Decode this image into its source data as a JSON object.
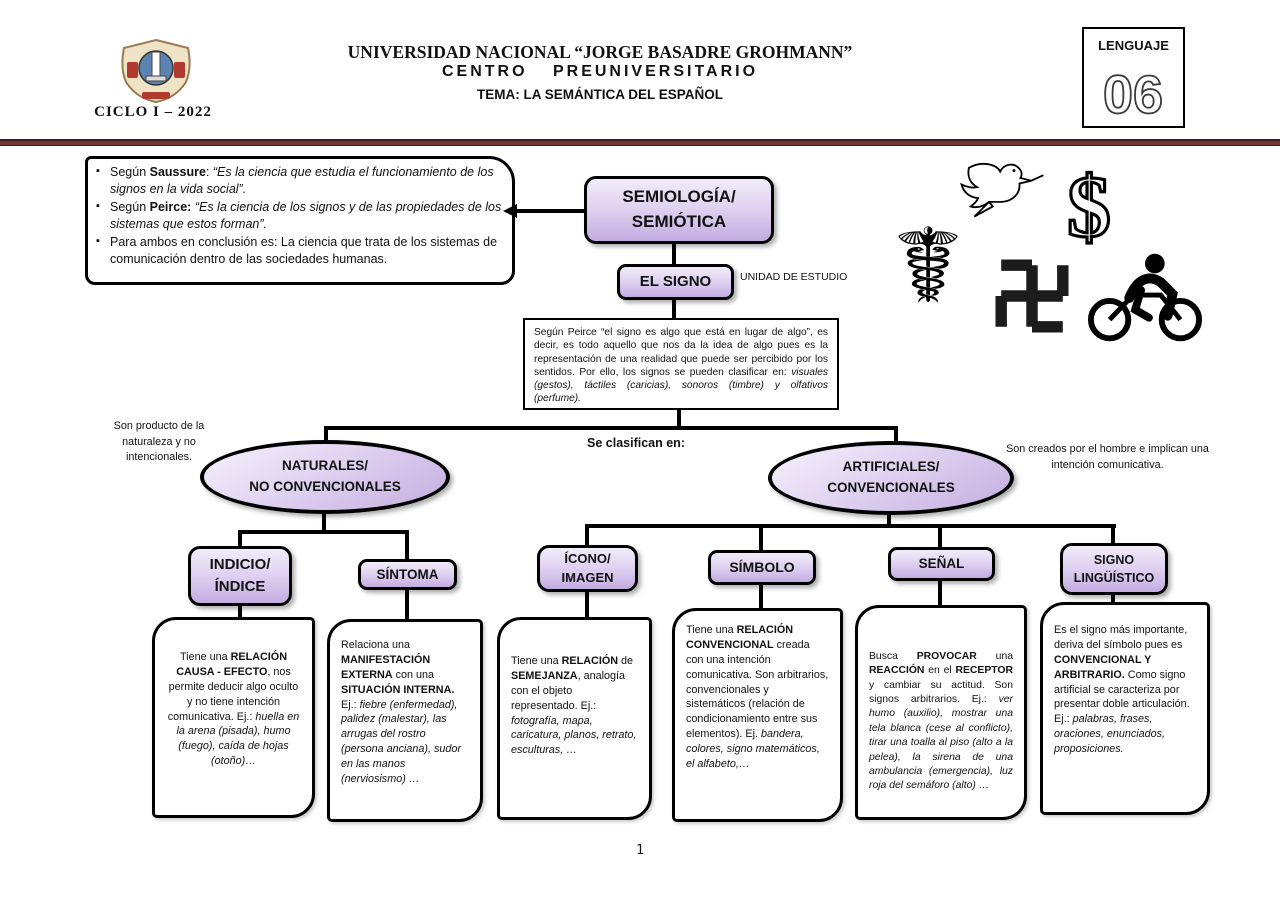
{
  "header": {
    "ciclo": "CICLO I – 2022",
    "university": "UNIVERSIDAD NACIONAL “JORGE BASADRE GROHMANN”",
    "center_line": "CENTRO PREUNIVERSITARIO",
    "tema_line": "TEMA: LA SEMÁNTICA DEL ESPAÑOL",
    "course_box": {
      "label": "LENGUAJE",
      "number": "06"
    }
  },
  "definition_box": {
    "bullets": [
      [
        {
          "t": "Según ",
          "s": "n"
        },
        {
          "t": "Saussure",
          "s": "b"
        },
        {
          "t": ": ",
          "s": "n"
        },
        {
          "t": "“Es la ciencia que estudia el funcionamiento de los signos en la vida social”.",
          "s": "i"
        }
      ],
      [
        {
          "t": "Según ",
          "s": "n"
        },
        {
          "t": "Peirce:",
          "s": "b"
        },
        {
          "t": " ",
          "s": "n"
        },
        {
          "t": "“Es la ciencia de los signos y de las propiedades de los sistemas que estos forman”.",
          "s": "i"
        }
      ],
      [
        {
          "t": "Para ambos en conclusión es: La ciencia que trata de los sistemas de comunicación dentro de las sociedades humanas.",
          "s": "n"
        }
      ]
    ]
  },
  "tree": {
    "root_lines": [
      "SEMIOLOGÍA/",
      "SEMIÓTICA"
    ],
    "sign_label": "EL SIGNO",
    "sign_note": "UNIDAD DE ESTUDIO",
    "peirce_note": [
      {
        "t": "Según Peirce “el signo es algo que está en lugar de algo”, es decir, es todo aquello que nos da la idea de algo pues es la representación de una realidad que puede ser percibido por los sentidos. Por ello, los signos se pueden clasificar en: ",
        "s": "n"
      },
      {
        "t": "visuales (gestos), táctiles (caricias), sonoros (timbre) y olfativos (perfume).",
        "s": "i"
      }
    ],
    "classify_label": "Se clasifican en:",
    "left_branch": {
      "lines": [
        "NATURALES/",
        "NO CONVENCIONALES"
      ],
      "note": "Son producto de la naturaleza y no intencionales."
    },
    "right_branch": {
      "lines": [
        "ARTIFICIALES/",
        "CONVENCIONALES"
      ],
      "note": "Son creados por el hombre e implican una intención comunicativa."
    }
  },
  "cards": [
    {
      "title_lines": [
        "INDICIO/",
        "ÍNDICE"
      ],
      "body": [
        {
          "t": "Tiene una ",
          "s": "n"
        },
        {
          "t": "RELACIÓN CAUSA - EFECTO",
          "s": "b"
        },
        {
          "t": ", nos permite deducir algo oculto y no tiene intención comunicativa. Ej.: ",
          "s": "n"
        },
        {
          "t": "huella en la arena (pisada), humo (fuego), caída de hojas (otoño)…",
          "s": "i"
        }
      ]
    },
    {
      "title_lines": [
        "SÍNTOMA"
      ],
      "body": [
        {
          "t": "Relaciona una ",
          "s": "n"
        },
        {
          "t": "MANIFESTACIÓN EXTERNA",
          "s": "b"
        },
        {
          "t": " con una ",
          "s": "n"
        },
        {
          "t": "SITUACIÓN INTERNA.",
          "s": "b"
        },
        {
          "t": " Ej.: ",
          "s": "n"
        },
        {
          "t": "fiebre (enfermedad), palidez (malestar), las arrugas del rostro (persona anciana), sudor en las manos (nerviosismo) …",
          "s": "i"
        }
      ]
    },
    {
      "title_lines": [
        "ÍCONO/",
        "IMAGEN"
      ],
      "body": [
        {
          "t": "Tiene una ",
          "s": "n"
        },
        {
          "t": "RELACIÓN",
          "s": "b"
        },
        {
          "t": " de ",
          "s": "n"
        },
        {
          "t": "SEMEJANZA",
          "s": "b"
        },
        {
          "t": ", analogía con el objeto representado. Ej.: ",
          "s": "n"
        },
        {
          "t": "fotografía, mapa, caricatura, planos, retrato, esculturas, …",
          "s": "i"
        }
      ]
    },
    {
      "title_lines": [
        "SÍMBOLO"
      ],
      "body": [
        {
          "t": "Tiene una ",
          "s": "n"
        },
        {
          "t": "RELACIÓN CONVENCIONAL",
          "s": "b"
        },
        {
          "t": " creada con una intención comunicativa. Son arbitrarios, convencionales y sistemáticos (relación de condicionamiento entre sus elementos). Ej. ",
          "s": "n"
        },
        {
          "t": "bandera, colores, signo matemáticos, el alfabeto,…",
          "s": "i"
        }
      ]
    },
    {
      "title_lines": [
        "SEÑAL"
      ],
      "body": [
        {
          "t": "Busca ",
          "s": "n"
        },
        {
          "t": "PROVOCAR",
          "s": "b"
        },
        {
          "t": " una ",
          "s": "n"
        },
        {
          "t": "REACCIÓN",
          "s": "b"
        },
        {
          "t": " en el ",
          "s": "n"
        },
        {
          "t": "RECEPTOR",
          "s": "b"
        },
        {
          "t": " y cambiar su actitud. Son signos arbitrarios. Ej.: ",
          "s": "n"
        },
        {
          "t": "ver humo (auxilio), mostrar una tela blanca (cese al conflicto), tirar una toalla al piso (alto a la pelea), la sirena de una ambulancia (emergencia), luz roja del semáforo (alto) …",
          "s": "i"
        }
      ]
    },
    {
      "title_lines": [
        "SIGNO",
        "LINGÜÍSTICO"
      ],
      "body": [
        {
          "t": "Es el signo más importante, deriva del símbolo pues es ",
          "s": "n"
        },
        {
          "t": "CONVENCIONAL Y ARBITRARIO.",
          "s": "b"
        },
        {
          "t": " Como signo artificial se caracteriza por presentar doble articulación. Ej.: ",
          "s": "n"
        },
        {
          "t": "palabras, frases, oraciones, enunciados, proposiciones.",
          "s": "i"
        }
      ]
    }
  ],
  "icons": {
    "dove": {
      "name": "dove-icon"
    },
    "dollar": {
      "name": "dollar-icon",
      "glyph": "$"
    },
    "caduceus": {
      "name": "caduceus-icon",
      "glyph": "☤"
    },
    "swastika": {
      "name": "swastika-icon"
    },
    "cyclist": {
      "name": "cyclist-icon"
    }
  },
  "colors": {
    "accent_lavender": "#c3ace1",
    "rule_maroon": "#6e3737"
  },
  "page": {
    "number": "1"
  }
}
